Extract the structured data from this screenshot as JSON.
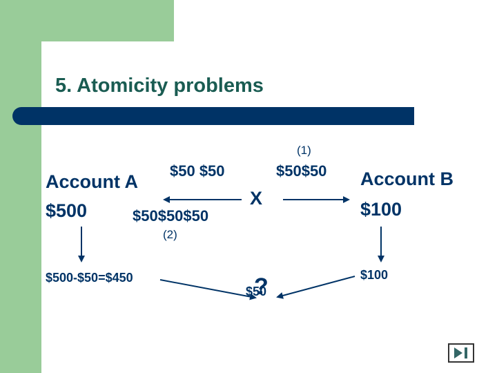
{
  "slide": {
    "title": "5. Atomicity problems"
  },
  "diagram": {
    "account_a_label": "Account A",
    "account_a_balance": "$500",
    "account_a_top_amounts": "$50 $50",
    "account_a_mid_amounts": "$50$50$50",
    "step_1": "(1)",
    "step_2": "(2)",
    "failure_mark": "X",
    "transfer_amounts": "$50$50",
    "account_b_label": "Account B",
    "account_b_balance": "$100",
    "account_a_result": "$500-$50=$450",
    "in_transit_amount": "$50",
    "unknown_mark": "?",
    "account_b_result": "$100"
  },
  "nav": {
    "icon": "skip-to-end-icon"
  },
  "colors": {
    "green": "#99cc99",
    "navy": "#003366",
    "title": "#1a5c52"
  }
}
